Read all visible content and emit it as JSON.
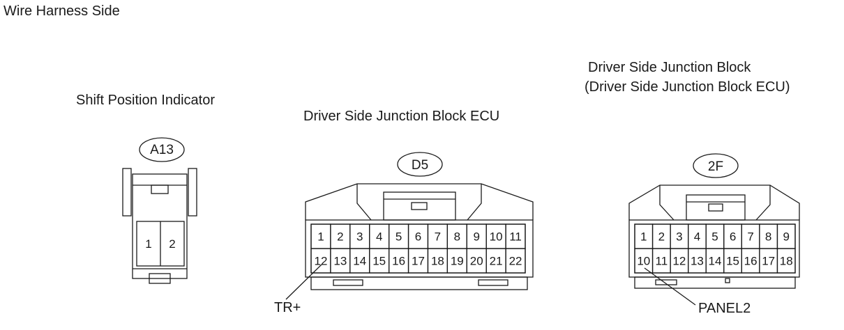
{
  "header": {
    "title": "Wire Harness Side"
  },
  "connectors": [
    {
      "id": "a13",
      "name": "Shift Position Indicator",
      "code": "A13",
      "rows": [
        [
          "1",
          "2"
        ]
      ]
    },
    {
      "id": "d5",
      "name": "Driver Side Junction Block ECU",
      "code": "D5",
      "rows": [
        [
          "1",
          "2",
          "3",
          "4",
          "5",
          "6",
          "7",
          "8",
          "9",
          "10",
          "11"
        ],
        [
          "12",
          "13",
          "14",
          "15",
          "16",
          "17",
          "18",
          "19",
          "20",
          "21",
          "22"
        ]
      ],
      "callout": {
        "pin": "12",
        "label": "TR+"
      }
    },
    {
      "id": "2f",
      "name_lines": [
        "Driver Side Junction Block",
        "(Driver Side Junction Block ECU)"
      ],
      "code": "2F",
      "rows": [
        [
          "1",
          "2",
          "3",
          "4",
          "5",
          "6",
          "7",
          "8",
          "9"
        ],
        [
          "10",
          "11",
          "12",
          "13",
          "14",
          "15",
          "16",
          "17",
          "18"
        ]
      ],
      "callout": {
        "pin": "10",
        "label": "PANEL2"
      }
    }
  ],
  "colors": {
    "line": "#1a1a1a",
    "background": "#ffffff"
  }
}
